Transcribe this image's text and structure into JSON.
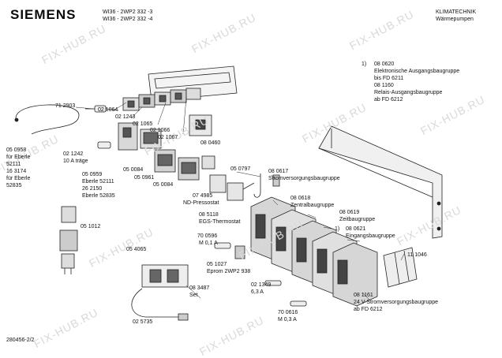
{
  "header": {
    "brand": "SIEMENS",
    "model_1": "WI36 - 2WP2 332 -3",
    "model_2": "WI36 - 2WP2 332 -4",
    "category_1": "KLIMATECHNIK",
    "category_2": "Wärmepumpen"
  },
  "footnote": {
    "marker": "1)",
    "lines": [
      "08 0620",
      "Elektronische Ausgangsbaugruppe",
      "bis FD 6211",
      "08 1160",
      "Relais-Ausgangsbaugruppe",
      "ab FD 6212"
    ]
  },
  "labels": {
    "p712903": "71 2903",
    "p021064": "02 1064",
    "p021243": "02 1243",
    "p021065": "02 1065",
    "p021066": "02 1066",
    "p021067": "02 1067",
    "p080460": "08 0460",
    "p050958a": "05 0958",
    "p050958b": "für Eberle",
    "p050958c": "52111",
    "p163174a": "16 3174",
    "p163174b": "für Eberle",
    "p163174c": "52835",
    "p021242a": "02 1242",
    "p021242b": "10 A träge",
    "p050959a": "05 0959",
    "p050959b": "Eberle 52111",
    "p050959c": "26 2150",
    "p050959d": "Eberle 52835",
    "p050084a": "05 0084",
    "p050961": "05 0961",
    "p050084b": "05 0084",
    "p074985a": "07 4985",
    "p074985b": "ND-Pressostat",
    "p050797": "05 0797",
    "p080617a": "08 0617",
    "p080617b": "Stromversorgungsbaugruppe",
    "p085118a": "08 5118",
    "p085118b": "EGS-Thermostat",
    "p080618a": "08 0618",
    "p080618b": "Zentralbaugruppe",
    "p080619a": "08 0619",
    "p080619b": "Zeitbaugruppe",
    "p080621m": "1)",
    "p080621a": "08 0621",
    "p080621b": "Eingangsbaugruppe",
    "p051012": "05 1012",
    "p700596a": "70 0596",
    "p700596b": "M 0,1 A",
    "p111046": "11 1046",
    "p054065": "05 4065",
    "p051027a": "05 1027",
    "p051027b": "Eprom 2WP2 938",
    "p021349a": "02 1349",
    "p021349b": "6,3 A",
    "p083487a": "08 3487",
    "p083487b": "Set",
    "p081161a": "08 1161",
    "p081161b": "24 V-Stromversorgungsbaugruppe",
    "p081161c": "ab FD 6212",
    "p700616a": "70 0616",
    "p700616b": "M 0,3 A",
    "p025735": "02 5735"
  },
  "footer": {
    "doc_number": "280456-2/2"
  },
  "watermark": "FIX-HUB.RU"
}
